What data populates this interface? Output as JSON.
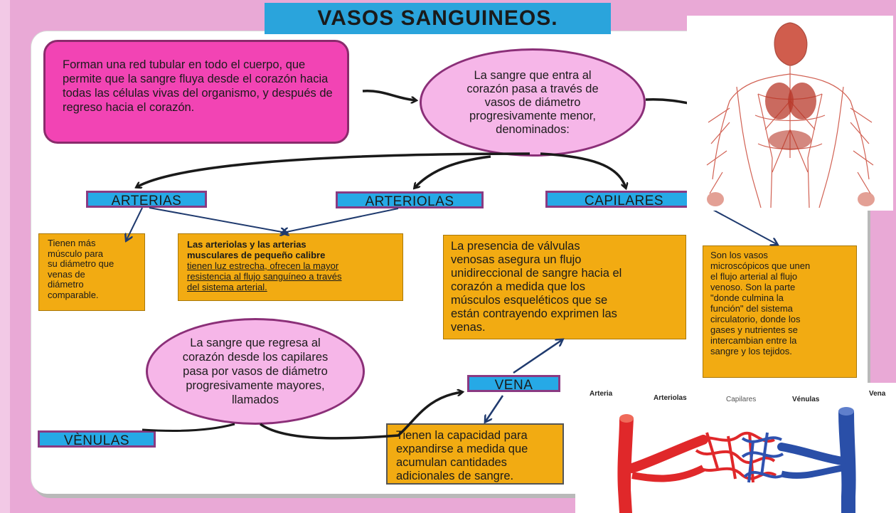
{
  "title": "VASOS SANGUINEOS.",
  "intro": "Forman una red tubular  en todo el cuerpo, que permite que la sangre fluya  desde el corazón hacia todas las células vivas del organismo, y después de regreso hacia el corazón.",
  "oval_top": [
    "La sangre que entra al",
    "corazón pasa a través de",
    "vasos de diámetro",
    "progresivamente menor,",
    "denominados:"
  ],
  "oval_bottom": [
    "La sangre que regresa al",
    "corazón desde los capilares",
    "pasa por vasos de diámetro",
    "progresivamente mayores,",
    "llamados"
  ],
  "terms": {
    "arterias": "ARTERIAS",
    "arteriolas": "ARTERIOLAS",
    "capilares": "CAPILARES",
    "venulas": "VÈNULAS",
    "vena": "VENA"
  },
  "boxes": {
    "arterias_desc": [
      "Tienen más",
      "músculo para",
      "su diámetro que",
      "venas de",
      "diámetro",
      "comparable."
    ],
    "arteriolas_bold": [
      "Las arteriolas y las arterias",
      "musculares de pequeño calibre"
    ],
    "arteriolas_underlined": [
      "tienen luz estrecha, ofrecen la mayor",
      "resistencia al flujo sanguíneo a través",
      "del sistema arterial."
    ],
    "valvulas": [
      "La presencia de válvulas",
      "venosas asegura un flujo",
      "unidireccional de sangre hacia el",
      "corazón a medida que los",
      "músculos esqueléticos que se",
      "están contrayendo  exprimen las",
      "venas."
    ],
    "capilares_desc": [
      "Son los vasos",
      "microscópicos que unen",
      "el flujo arterial al flujo",
      "venoso.  Son la parte",
      "\"donde culmina la",
      "función\" del sistema",
      "circulatorio, donde los",
      "gases y nutrientes se",
      "intercambian  entre la",
      "sangre  y los tejidos."
    ],
    "vena_desc": [
      "Tienen  la capacidad para",
      "expandirse a medida que",
      "acumulan  cantidades",
      "adicionales de sangre."
    ]
  },
  "vessel_labels": {
    "arteria": "Arteria",
    "arteriolas": "Arteriolas",
    "capilares": "Capilares",
    "venulas": "Vénulas",
    "vena": "Vena"
  },
  "colors": {
    "background": "#e9a9d6",
    "title_bar": "#2aa4dc",
    "intro_box": "#f244b4",
    "oval": "#f6b6e8",
    "term_box": "#26a9e6",
    "note_box": "#f2ab12",
    "artery": "#e0282a",
    "vein": "#2a4fa8"
  }
}
